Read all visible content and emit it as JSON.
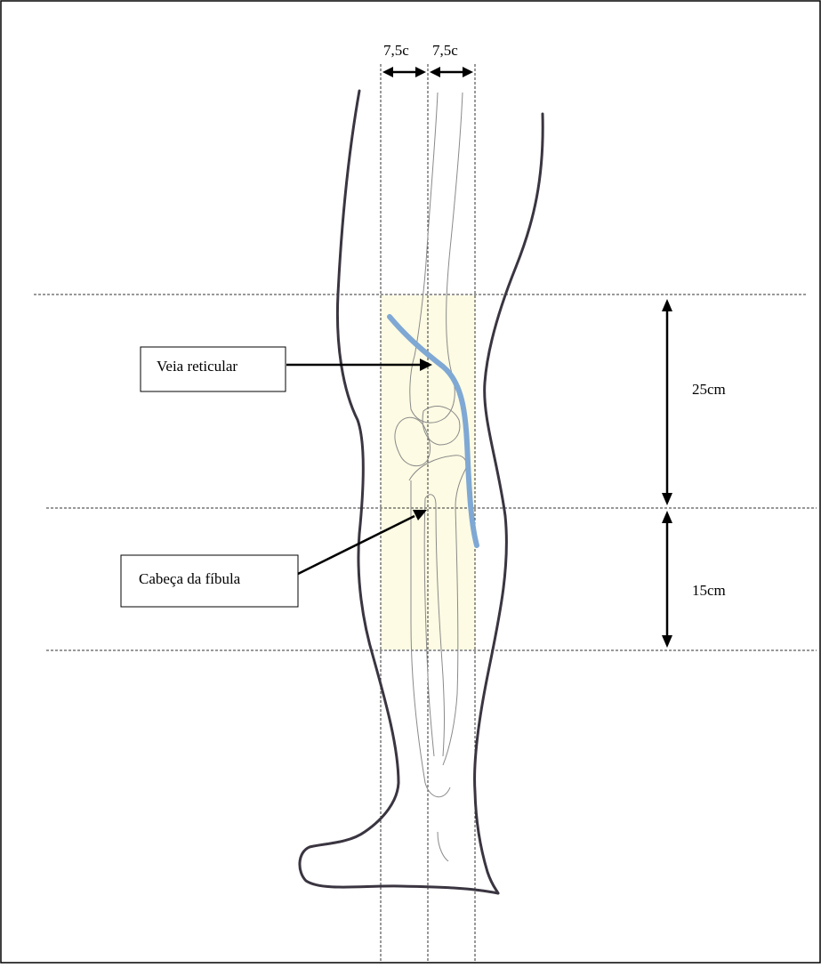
{
  "labels": {
    "vein": "Veia reticular",
    "fibula_head": "Cabeça da fíbula"
  },
  "dimensions": {
    "width_left": "7,5c",
    "width_right": "7,5c",
    "height_upper": "25cm",
    "height_lower": "15cm"
  },
  "colors": {
    "highlight_zone": "#fdfbe3",
    "vein": "#7fa8d4",
    "leg_outline": "#3a3540",
    "bones": "#8a8a8a",
    "frame": "#000000"
  }
}
